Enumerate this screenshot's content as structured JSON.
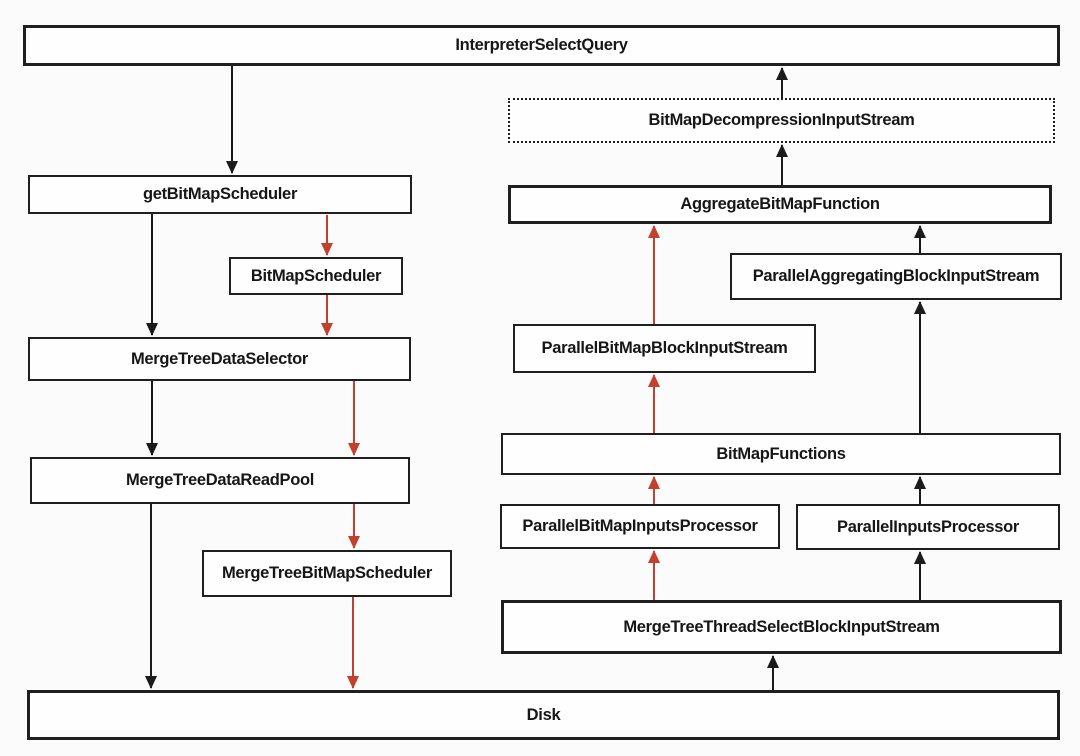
{
  "colors": {
    "arrow-black": "#1b1b1b",
    "arrow-red": "#c2402e",
    "box-border": "#1f1f1f",
    "box-bg": "#fefefe",
    "background": "#fbfbfb",
    "text": "#161616"
  },
  "nodes": {
    "interpreterSelectQuery": {
      "label": "InterpreterSelectQuery",
      "border": "solid"
    },
    "getBitMapScheduler": {
      "label": "getBitMapScheduler",
      "border": "solid"
    },
    "bitMapScheduler": {
      "label": "BitMapScheduler",
      "border": "solid"
    },
    "mergeTreeDataSelector": {
      "label": "MergeTreeDataSelector",
      "border": "solid"
    },
    "mergeTreeDataReadPool": {
      "label": "MergeTreeDataReadPool",
      "border": "solid"
    },
    "mergeTreeBitMapScheduler": {
      "label": "MergeTreeBitMapScheduler",
      "border": "solid"
    },
    "disk": {
      "label": "Disk",
      "border": "solid"
    },
    "bitMapDecompressionInputStream": {
      "label": "BitMapDecompressionInputStream",
      "border": "dotted"
    },
    "aggregateBitMapFunction": {
      "label": "AggregateBitMapFunction",
      "border": "solid"
    },
    "parallelAggregatingBlockInputStream": {
      "label": "ParallelAggregatingBlockInputStream",
      "border": "solid"
    },
    "parallelBitMapBlockInputStream": {
      "label": "ParallelBitMapBlockInputStream",
      "border": "solid"
    },
    "bitMapFunctions": {
      "label": "BitMapFunctions",
      "border": "solid"
    },
    "parallelBitMapInputsProcessor": {
      "label": "ParallelBitMapInputsProcessor",
      "border": "solid"
    },
    "parallelInputsProcessor": {
      "label": "ParallelInputsProcessor",
      "border": "solid"
    },
    "mergeTreeThreadSelectBlockInputStream": {
      "label": "MergeTreeThreadSelectBlockInputStream",
      "border": "solid"
    }
  },
  "edges": [
    {
      "from": "InterpreterSelectQuery",
      "to": "getBitMapScheduler",
      "color": "black",
      "direction": "down"
    },
    {
      "from": "getBitMapScheduler",
      "to": "BitMapScheduler",
      "color": "red",
      "direction": "down"
    },
    {
      "from": "getBitMapScheduler",
      "to": "MergeTreeDataSelector",
      "color": "black",
      "direction": "down"
    },
    {
      "from": "BitMapScheduler",
      "to": "MergeTreeDataSelector",
      "color": "red",
      "direction": "down"
    },
    {
      "from": "MergeTreeDataSelector",
      "to": "MergeTreeDataReadPool",
      "color": "black",
      "direction": "down"
    },
    {
      "from": "MergeTreeDataSelector",
      "to": "MergeTreeDataReadPool",
      "color": "red",
      "direction": "down"
    },
    {
      "from": "MergeTreeDataReadPool",
      "to": "Disk",
      "color": "black",
      "direction": "down"
    },
    {
      "from": "MergeTreeDataReadPool",
      "to": "MergeTreeBitMapScheduler",
      "color": "red",
      "direction": "down"
    },
    {
      "from": "MergeTreeBitMapScheduler",
      "to": "Disk",
      "color": "red",
      "direction": "down"
    },
    {
      "from": "Disk",
      "to": "MergeTreeThreadSelectBlockInputStream",
      "color": "black",
      "direction": "up"
    },
    {
      "from": "MergeTreeThreadSelectBlockInputStream",
      "to": "ParallelBitMapInputsProcessor",
      "color": "red",
      "direction": "up"
    },
    {
      "from": "MergeTreeThreadSelectBlockInputStream",
      "to": "ParallelInputsProcessor",
      "color": "black",
      "direction": "up"
    },
    {
      "from": "ParallelBitMapInputsProcessor",
      "to": "BitMapFunctions",
      "color": "red",
      "direction": "up"
    },
    {
      "from": "ParallelInputsProcessor",
      "to": "BitMapFunctions",
      "color": "black",
      "direction": "up"
    },
    {
      "from": "BitMapFunctions",
      "to": "ParallelBitMapBlockInputStream",
      "color": "red",
      "direction": "up"
    },
    {
      "from": "BitMapFunctions",
      "to": "ParallelAggregatingBlockInputStream",
      "color": "black",
      "direction": "up"
    },
    {
      "from": "ParallelBitMapBlockInputStream",
      "to": "AggregateBitMapFunction",
      "color": "red",
      "direction": "up"
    },
    {
      "from": "ParallelAggregatingBlockInputStream",
      "to": "AggregateBitMapFunction",
      "color": "black",
      "direction": "up"
    },
    {
      "from": "AggregateBitMapFunction",
      "to": "BitMapDecompressionInputStream",
      "color": "black",
      "direction": "up"
    },
    {
      "from": "BitMapDecompressionInputStream",
      "to": "InterpreterSelectQuery",
      "color": "black",
      "direction": "up"
    }
  ]
}
